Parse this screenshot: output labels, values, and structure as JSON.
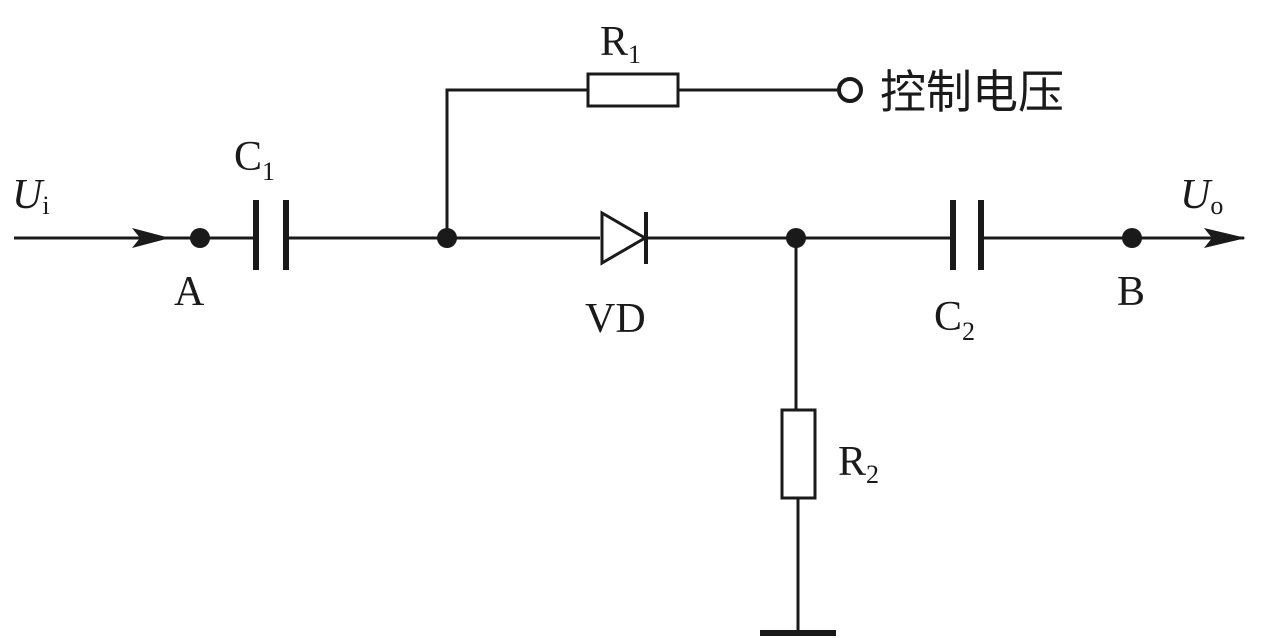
{
  "input_label": {
    "main": "U",
    "sub": "i"
  },
  "output_label": {
    "main": "U",
    "sub": "o"
  },
  "node_a": "A",
  "node_b": "B",
  "c1": {
    "main": "C",
    "sub": "1"
  },
  "c2": {
    "main": "C",
    "sub": "2"
  },
  "r1": {
    "main": "R",
    "sub": "1"
  },
  "r2": {
    "main": "R",
    "sub": "2"
  },
  "diode": "VD",
  "control_voltage": "控制电压"
}
